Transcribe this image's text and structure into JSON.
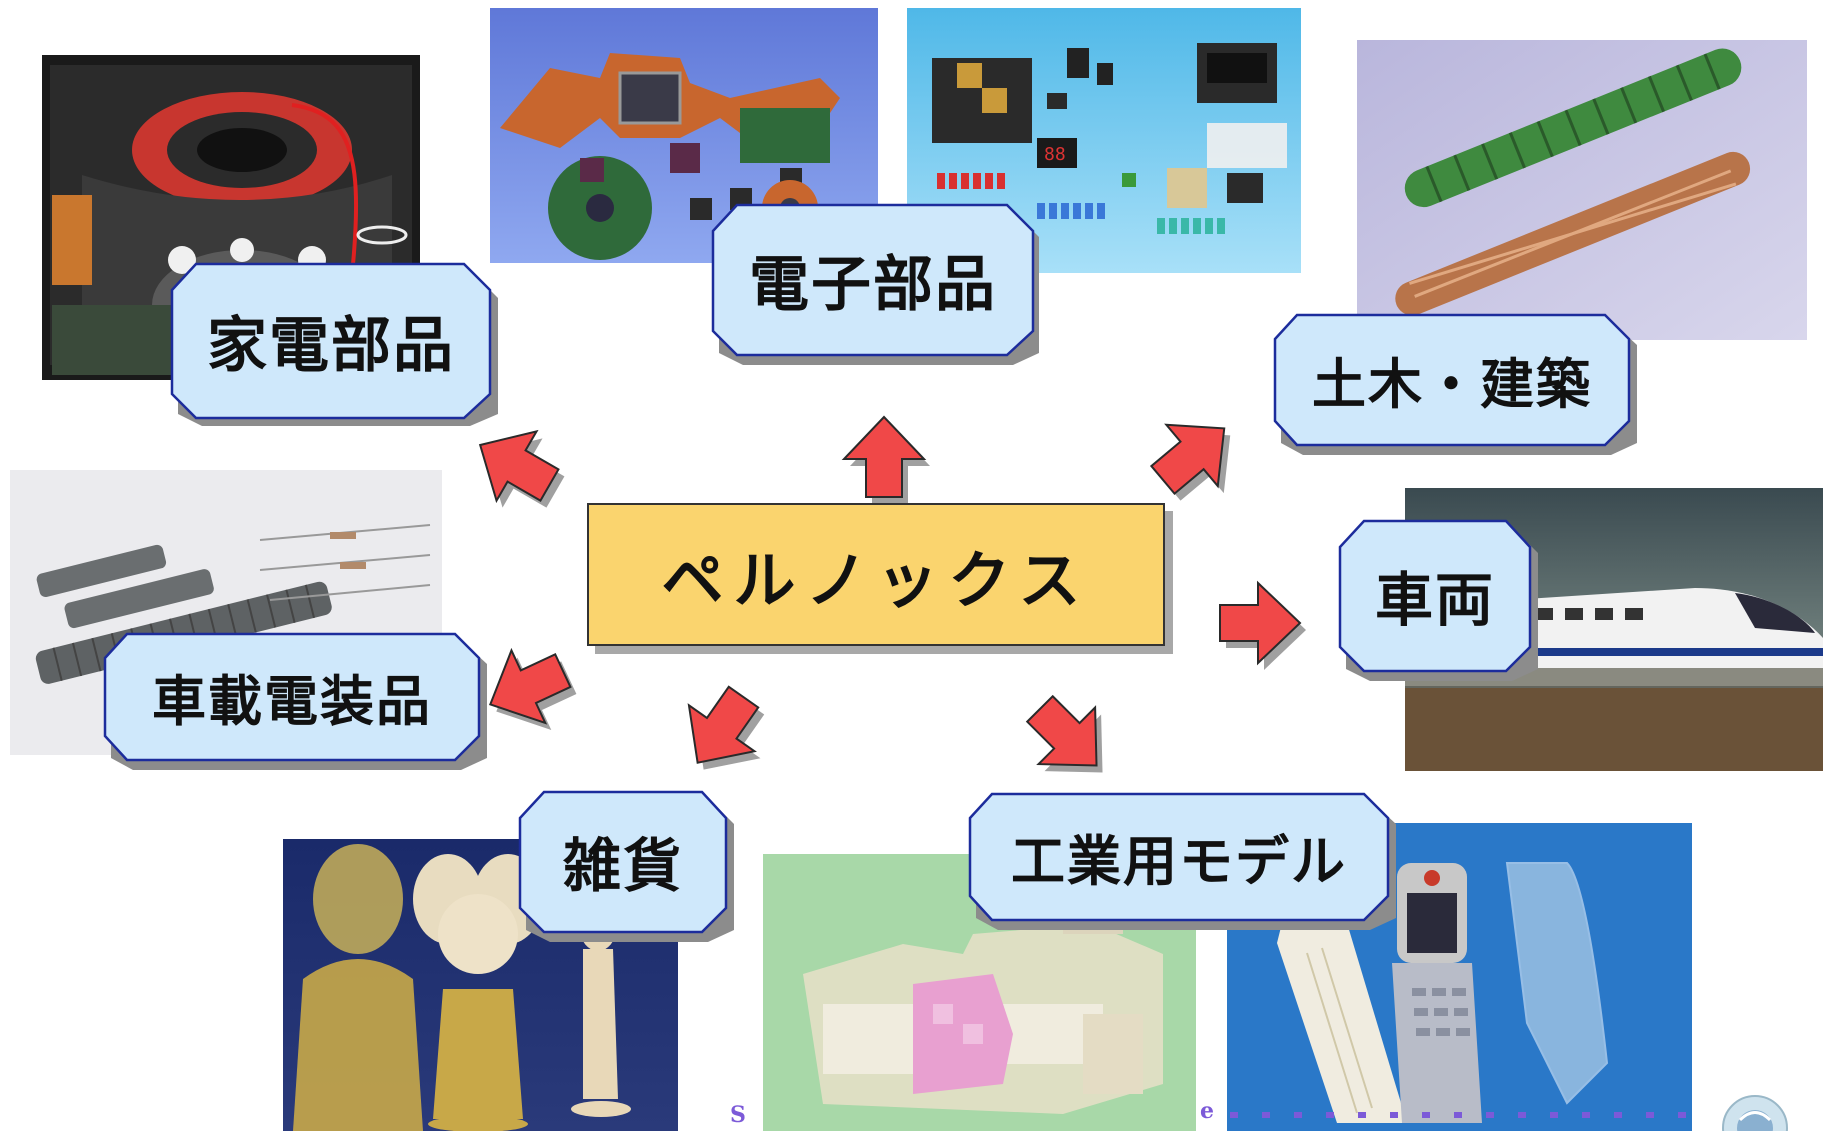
{
  "center": {
    "label": "ペルノックス"
  },
  "categories": [
    {
      "id": "kaden",
      "label": "家電部品"
    },
    {
      "id": "denshi",
      "label": "電子部品"
    },
    {
      "id": "doboku",
      "label": "土木・建築"
    },
    {
      "id": "sharyo",
      "label": "車両"
    },
    {
      "id": "shasai",
      "label": "車載電装品"
    },
    {
      "id": "zakka",
      "label": "雑貨"
    },
    {
      "id": "kogyo",
      "label": "工業用モデル"
    }
  ],
  "footer": {
    "left_fragment": "S",
    "right_fragment": "e"
  },
  "colors": {
    "label_fill": "#cfe8fb",
    "label_border": "#1c2c9c",
    "center_fill": "#fad46e",
    "arrow_fill": "#f04848",
    "footer_text": "#7c5ad8"
  }
}
